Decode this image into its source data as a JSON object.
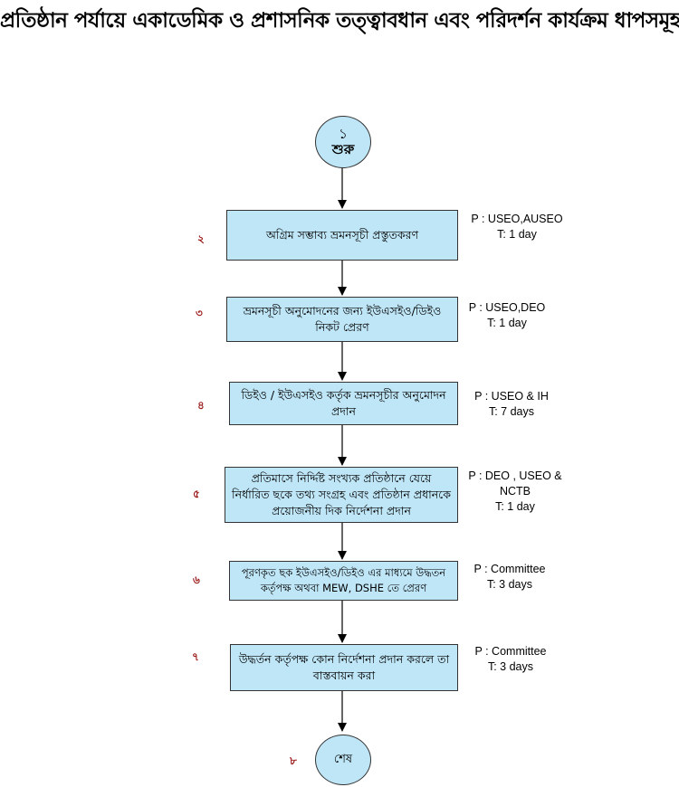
{
  "title": "প্রতিষ্ঠান পর্যায়ে একাডেমিক ও প্রশাসনিক তত্ত্বাবধান এবং পরিদর্শন কার্যক্রম ধাপসমূহ",
  "start": {
    "number": "১",
    "label": "শুরু"
  },
  "end": {
    "number": "৮",
    "label": "শেষ"
  },
  "steps": [
    {
      "number": "২",
      "text": "অগ্রিম সম্ভাব্য ভ্রমনসূচী প্রস্তুতকরণ",
      "meta": "P : USEO,AUSEO\nT: 1 day"
    },
    {
      "number": "৩",
      "text": "ভ্রমনসূচী অনুমোদনের জন্য ইউএসইও/ডিইও নিকট প্রেরণ",
      "meta": "P : USEO,DEO\nT: 1 day"
    },
    {
      "number": "৪",
      "text": "ডিইও / ইউএসইও কর্তৃক ভ্রমনসূচীর অনুমোদন প্রদান",
      "meta": "P : USEO & IH\nT: 7 days"
    },
    {
      "number": "৫",
      "text": "প্রতিমাসে নির্দ্দিষ্ট সংখ্যক প্রতিষ্ঠানে যেয়ে নির্ধারিত ছকে তথ্য সংগ্রহ এবং প্রতিষ্ঠান প্রধানকে প্রয়োজনীয় দিক নির্দেশনা প্রদান",
      "meta": "P : DEO , USEO &\nNCTB\nT: 1 day"
    },
    {
      "number": "৬",
      "text": "পূরণকৃত ছক ইউএসইও/ডিইও এর মাধ্যমে উদ্ধতন কর্তৃপক্ষ অথবা MEW, DSHE তে প্রেরণ",
      "meta": "P : Committee\nT: 3 days"
    },
    {
      "number": "৭",
      "text": "উদ্ধর্তন কর্তৃপক্ষ কোন নির্দেশনা প্রদান করলে তা বাস্তবায়ন করা",
      "meta": "P : Committee\nT: 3 days"
    }
  ]
}
